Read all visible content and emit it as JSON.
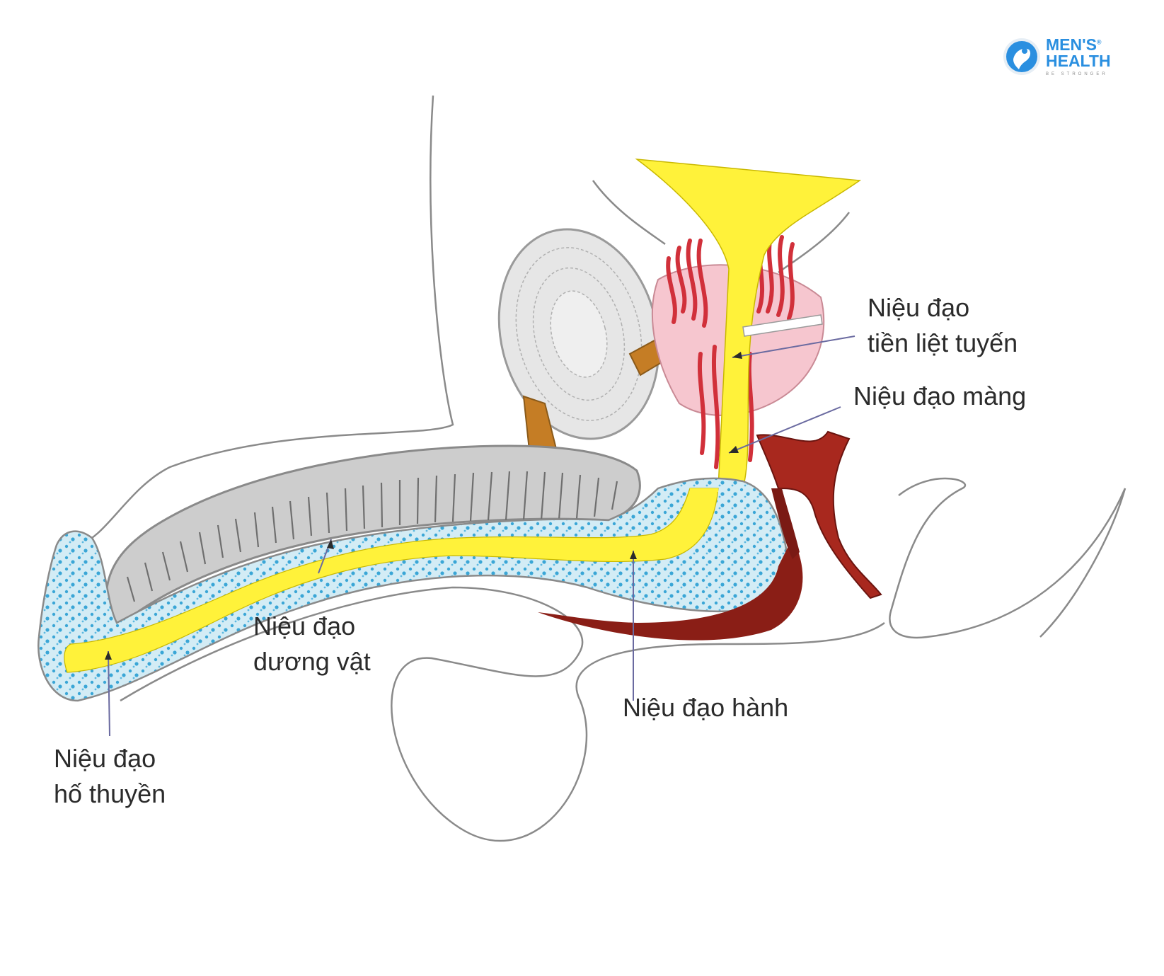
{
  "brand": {
    "line1": "MEN'S",
    "line2": "HEALTH",
    "tagline": "BE STRONGER",
    "registered": "®",
    "color": "#2a8fe0",
    "icon": "athlete-silhouette-icon"
  },
  "labels": {
    "prostatic": {
      "line1": "Niệu đạo",
      "line2": "tiền liệt tuyến"
    },
    "membranous": {
      "line1": "Niệu đạo màng"
    },
    "penile": {
      "line1": "Niệu đạo",
      "line2": "dương vật"
    },
    "bulbar": {
      "line1": "Niệu đạo hành"
    },
    "navicular": {
      "line1": "Niệu đạo",
      "line2": "hố thuyền"
    }
  },
  "colors": {
    "urethra": "#fff23a",
    "spongiosum": "#cfeaf3",
    "spongiosum_dots": "#3aa6d6",
    "cavernosum": "#cfcfcf",
    "prostate": "#f6c9cf",
    "muscle": "#d6303a",
    "bone": "#e8e8e8",
    "ligament": "#c47a1f",
    "bulb_muscle": "#b3261e",
    "outline": "#7a7a7a"
  }
}
